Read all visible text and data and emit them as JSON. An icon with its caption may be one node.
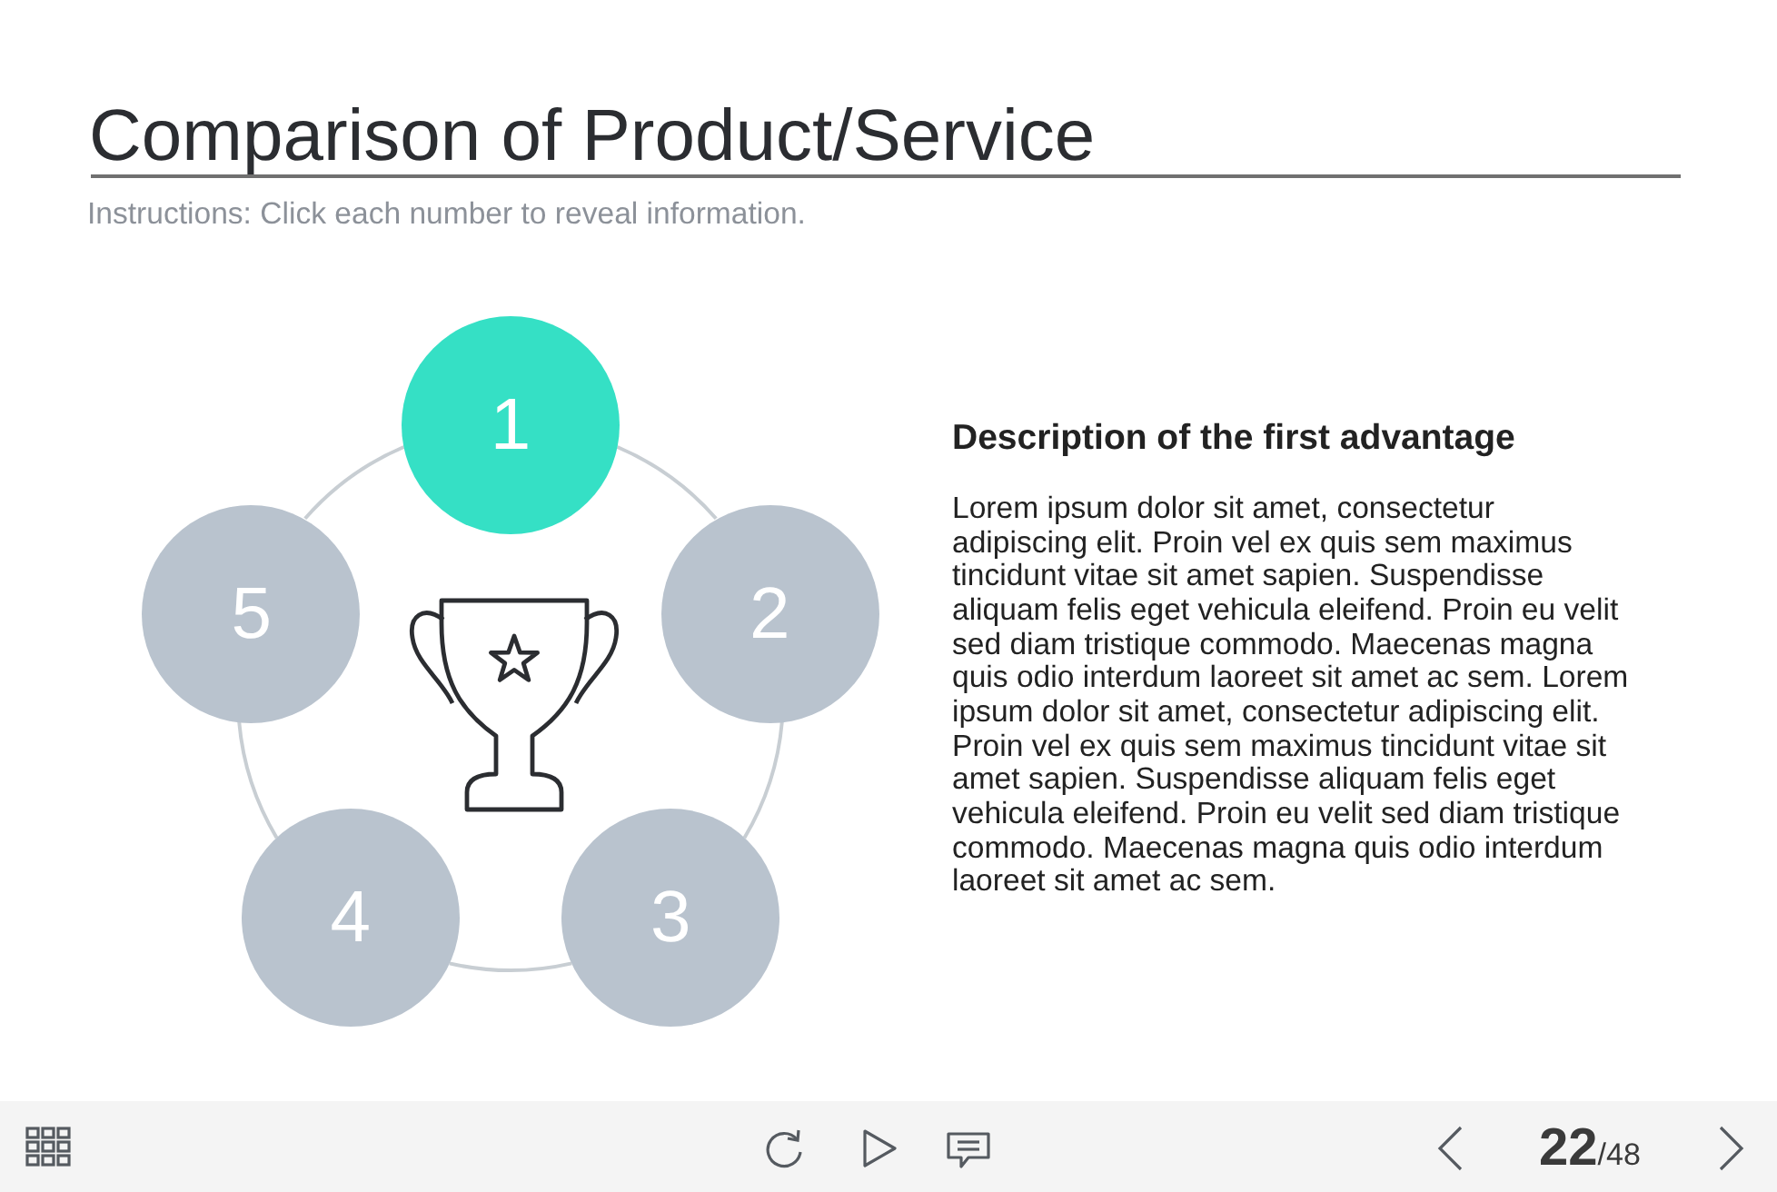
{
  "diagram": {
    "title": "Comparison of Product/Service",
    "nodes": [
      {
        "text": [
          "1"
        ]
      },
      {
        "text": [
          "2"
        ]
      },
      {
        "text": [
          "3"
        ]
      },
      {
        "text": [
          "4"
        ]
      },
      {
        "text": [
          "5"
        ]
      }
    ],
    "edges": [
      {
        "from": 0,
        "to": 1,
        "arrow": "none"
      },
      {
        "from": 1,
        "to": 2,
        "arrow": "none"
      },
      {
        "from": 2,
        "to": 3,
        "arrow": "none"
      },
      {
        "from": 3,
        "to": 4,
        "arrow": "none"
      },
      {
        "from": 4,
        "to": 0,
        "arrow": "none"
      }
    ],
    "labels": [
      "Instructions: Click each number to reveal information.",
      "Description of the first advantage",
      "Lorem ipsum dolor sit amet, consectetur adipiscing elit. Proin vel ex quis sem maximus tincidunt vitae sit amet sapien. Suspendisse aliquam felis eget vehicula eleifend. Proin eu velit sed diam tristique commodo. Maecenas magna quis odio interdum laoreet sit amet ac sem. Lorem ipsum dolor sit amet, consectetur adipiscing elit. Proin vel ex quis sem maximus tincidunt vitae sit amet sapien. Suspendisse aliquam felis eget vehicula eleifend. Proin eu velit sed diam tristique commodo. Maecenas magna quis odio interdum laoreet sit amet ac sem.",
      "22",
      "/48"
    ]
  }
}
